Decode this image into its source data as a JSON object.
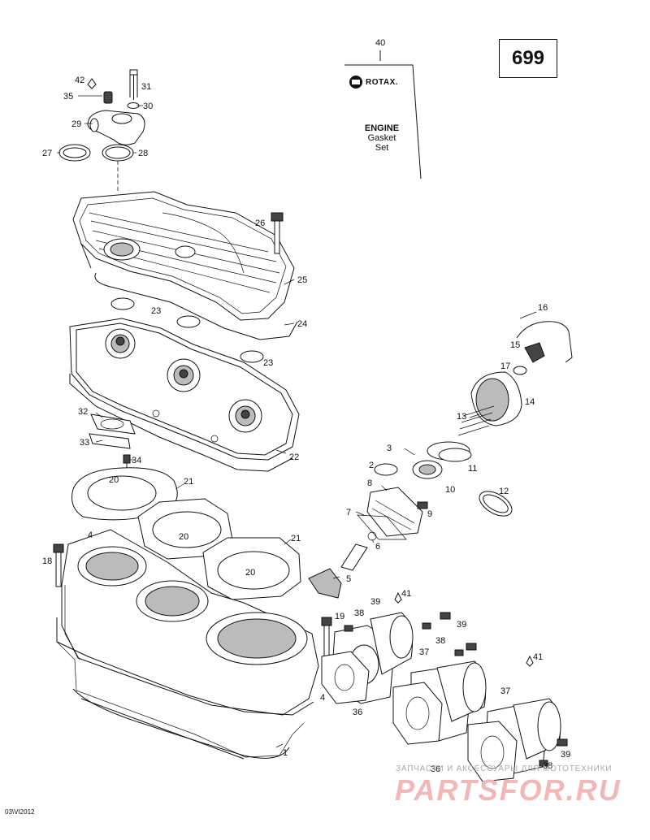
{
  "page_number": "699",
  "brand": "ROTAX.",
  "kit_title_line1": "ENGINE",
  "kit_title_line2": "Gasket",
  "kit_title_line3": "Set",
  "doc_date": "03\\VI2012",
  "watermark_top": "ЗАПЧАСТИ И АКСЕССУАРЫ ДЛЯ МОТОТЕХНИКИ",
  "watermark_main": "PARTSFOR.RU",
  "callouts": {
    "n40": "40",
    "n42": "42",
    "n31": "31",
    "n35": "35",
    "n30": "30",
    "n29": "29",
    "n27": "27",
    "n28": "28",
    "n26": "26",
    "n25": "25",
    "n24": "24",
    "n23a": "23",
    "n23b": "23",
    "n16": "16",
    "n15": "15",
    "n17": "17",
    "n14": "14",
    "n13": "13",
    "n32": "32",
    "n33": "33",
    "n22": "22",
    "n34": "34",
    "n3": "3",
    "n11": "11",
    "n2": "2",
    "n10": "10",
    "n12": "12",
    "n8": "8",
    "n20a": "20",
    "n21a": "21",
    "n7": "7",
    "n9": "9",
    "n4a": "4",
    "n20b": "20",
    "n21b": "21",
    "n6": "6",
    "n18": "18",
    "n20c": "20",
    "n5": "5",
    "n41a": "41",
    "n19": "19",
    "n38a": "38",
    "n39a": "39",
    "n39b": "39",
    "n37a": "37",
    "n38b": "38",
    "n41b": "41",
    "n4b": "4",
    "n36a": "36",
    "n37b": "37",
    "n1": "1",
    "n36b": "36",
    "n38c": "38",
    "n39c": "39"
  }
}
